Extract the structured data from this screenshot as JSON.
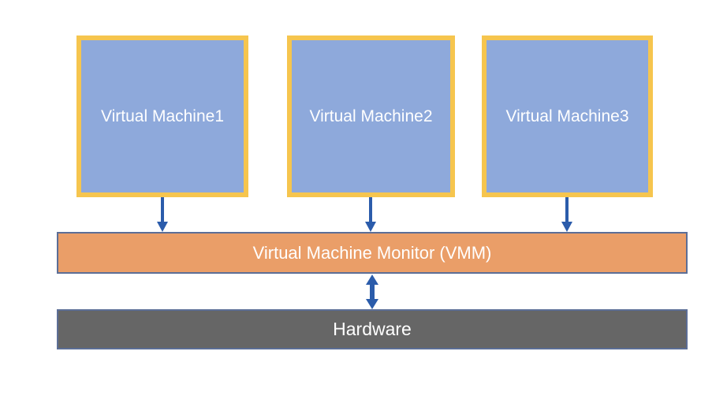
{
  "diagram": {
    "vms": [
      {
        "label": "Virtual Machine1"
      },
      {
        "label": "Virtual Machine2"
      },
      {
        "label": "Virtual Machine3"
      }
    ],
    "vmm": {
      "label": "Virtual Machine Monitor (VMM)"
    },
    "hardware": {
      "label": "Hardware"
    },
    "connections": [
      {
        "from": "Virtual Machine1",
        "to": "Virtual Machine Monitor (VMM)",
        "type": "arrow-down"
      },
      {
        "from": "Virtual Machine2",
        "to": "Virtual Machine Monitor (VMM)",
        "type": "arrow-down"
      },
      {
        "from": "Virtual Machine3",
        "to": "Virtual Machine Monitor (VMM)",
        "type": "arrow-down"
      },
      {
        "from": "Virtual Machine Monitor (VMM)",
        "to": "Hardware",
        "type": "arrow-double"
      }
    ]
  },
  "colors": {
    "vm_fill": "#8EA9DB",
    "vm_border": "#F6C54E",
    "vmm_fill": "#EA9E68",
    "bar_border": "#5C6E96",
    "hardware_fill": "#666666",
    "arrow": "#2B5CAB",
    "text": "#FFFFFF",
    "background": "#FFFFFF"
  }
}
